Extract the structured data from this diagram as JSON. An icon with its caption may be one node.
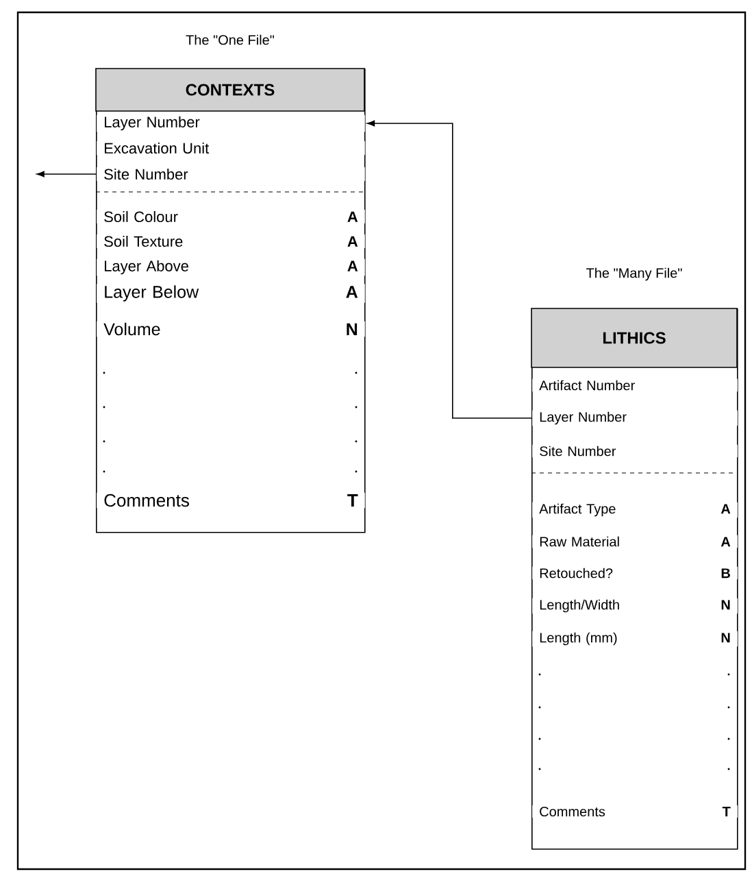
{
  "diagram": {
    "nodes": [
      {
        "text": [
          "CONTEXTS"
        ],
        "beside": [
          "The \"One File\""
        ]
      },
      {
        "text": [
          "Layer Number"
        ],
        "in": 0
      },
      {
        "text": [
          "Excavation Unit"
        ],
        "in": 0
      },
      {
        "text": [
          "Site Number"
        ],
        "in": 0
      },
      {
        "text": [
          "Soil Colour",
          "A"
        ],
        "in": 0
      },
      {
        "text": [
          "Soil Texture",
          "A"
        ],
        "in": 0
      },
      {
        "text": [
          "Layer Above",
          "A"
        ],
        "in": 0
      },
      {
        "text": [
          "Layer Below",
          "A"
        ],
        "in": 0
      },
      {
        "text": [
          "Volume",
          "N"
        ],
        "in": 0
      },
      {
        "text": [
          "Comments",
          "T"
        ],
        "in": 0
      },
      {
        "text": [
          "LITHICS"
        ],
        "beside": [
          "The \"Many File\""
        ]
      },
      {
        "text": [
          "Artifact Number"
        ],
        "in": 10
      },
      {
        "text": [
          "Layer Number"
        ],
        "in": 10
      },
      {
        "text": [
          "Site Number"
        ],
        "in": 10
      },
      {
        "text": [
          "Artifact Type",
          "A"
        ],
        "in": 10
      },
      {
        "text": [
          "Raw Material",
          "A"
        ],
        "in": 10
      },
      {
        "text": [
          "Retouched?",
          "B"
        ],
        "in": 10
      },
      {
        "text": [
          "Length/Width",
          "N"
        ],
        "in": 10
      },
      {
        "text": [
          "Length (mm)",
          "N"
        ],
        "in": 10
      },
      {
        "text": [
          "Comments",
          "T"
        ],
        "in": 10
      }
    ],
    "edges": [
      {
        "from": 12,
        "to": 1,
        "arrow": "to"
      },
      {
        "from": 3,
        "to": null,
        "arrow": "to"
      }
    ]
  }
}
